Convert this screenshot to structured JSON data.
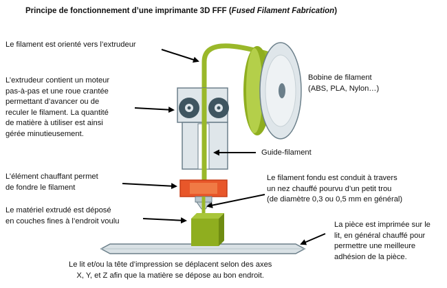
{
  "title": {
    "main": "Principe de fonctionnement d’une imprimante 3D FFF (",
    "italic": "Fused Filament Fabrication",
    "close": ")"
  },
  "labels": {
    "filament_oriented": "Le filament est orienté vers l’extrudeur",
    "extruder": "L’extrudeur contient un moteur\npas-à-pas et une roue crantée\npermettant d’avancer ou de\nreculer le filament. La quantité\nde matière à utiliser est ainsi\ngérée minutieusement.",
    "spool": "Bobine de filament\n(ABS, PLA, Nylon…)",
    "guide": "Guide-filament",
    "heater": "L’élément chauffant permet\nde fondre le filament",
    "nozzle": "Le filament fondu est conduit à travers\nun nez chauffé pourvu d’un petit trou\n (de diamètre 0,3 ou 0,5 mm en général)",
    "extruded": "Le matériel extrudé est déposé\nen couches fines à l’endroit voulu",
    "bed": "La pièce est imprimée sur le\nlit, en général chauffé pour\npermettre une meilleure\nadhésion de la pièce.",
    "motion": "Le lit et/ou la tête d’impression se déplacent selon des axes\nX, Y, et Z afin que la matière se dépose au bon endroit."
  },
  "colors": {
    "filament": "#9ab82a",
    "part": "#8fae1f",
    "frame_fill": "#dfe6ea",
    "frame_stroke": "#6b7f8a",
    "wheel": "#3f5560",
    "heater": "#e8572a",
    "heater_dark": "#c63d17",
    "bed_fill": "#d9e1e5"
  }
}
